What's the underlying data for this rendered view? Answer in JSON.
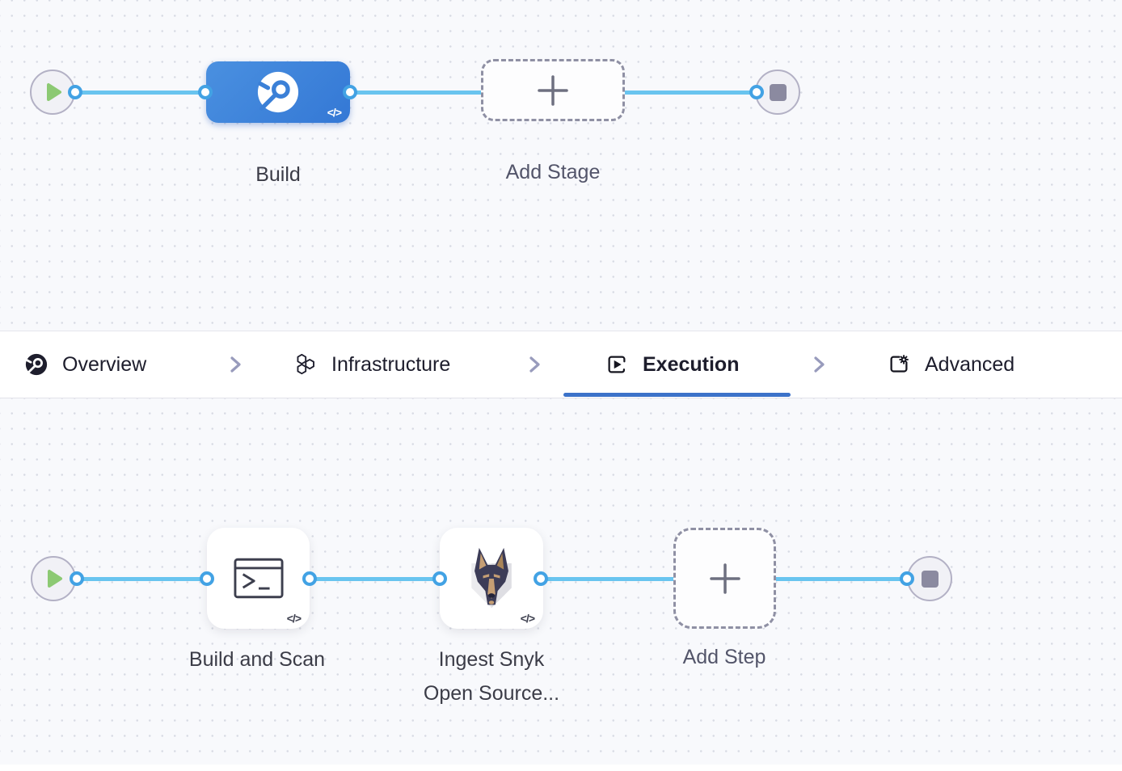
{
  "stage_flow": {
    "stage": {
      "name": "Build",
      "type": "CI build stage"
    },
    "add_stage": {
      "label": "Add Stage"
    },
    "code_badge": "</>"
  },
  "tab_bar": {
    "tabs": [
      {
        "label": "Overview",
        "icon": "ci-overview-icon",
        "active": false
      },
      {
        "label": "Infrastructure",
        "icon": "hexagons-icon",
        "active": false
      },
      {
        "label": "Execution",
        "icon": "play-square-icon",
        "active": true
      },
      {
        "label": "Advanced",
        "icon": "doc-gear-icon",
        "active": false
      }
    ],
    "active_tab": "Execution"
  },
  "step_flow": {
    "steps": [
      {
        "name": "Build and Scan",
        "icon": "terminal-icon"
      },
      {
        "name_line1": "Ingest Snyk",
        "name_line2": "Open Source...",
        "icon": "snyk-dog-icon"
      }
    ],
    "add_step": {
      "label": "Add Step"
    },
    "code_badge": "</>"
  },
  "icons": {
    "play_icon": "green triangle",
    "stop_icon": "gray rounded square",
    "plus_icon": "+",
    "chevron_right_icon": "›",
    "connector_dot": "white circle with blue ring"
  },
  "colors": {
    "canvas_bg": "#f8f9fc",
    "canvas_dot": "#d8dbe4",
    "connector_line": "#69c4ef",
    "connector_dot_border": "#42a2e4",
    "stage_blue_start": "#4a90e0",
    "stage_blue_end": "#3478d5",
    "active_tab_underline": "#3c72c9",
    "play_triangle_green": "#8cc973",
    "stop_square_gray": "#8b8aa0",
    "dashed_border": "#8f90a4",
    "tab_text": "#1d1d2c",
    "label_text": "#3b3c47"
  }
}
